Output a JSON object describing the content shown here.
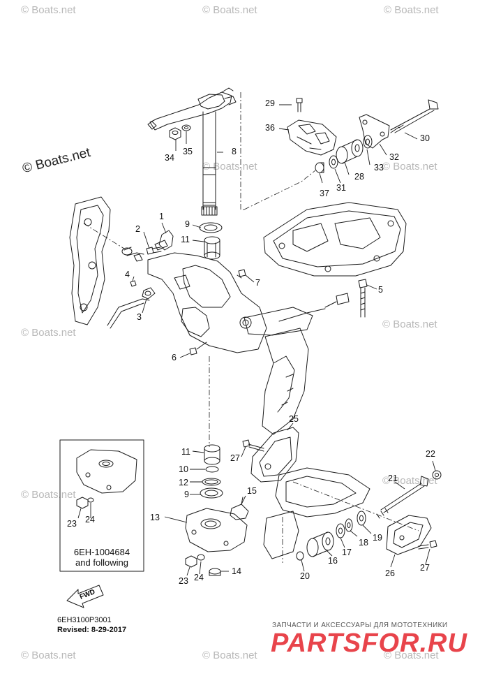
{
  "watermark": {
    "text": "© Boats.net",
    "prominent": "© Boats.net"
  },
  "part_numbers": [
    "1",
    "2",
    "3",
    "4",
    "5",
    "6",
    "7",
    "8",
    "9",
    "10",
    "11",
    "12",
    "13",
    "14",
    "15",
    "16",
    "17",
    "18",
    "19",
    "20",
    "21",
    "22",
    "23",
    "24",
    "25",
    "26",
    "27",
    "28",
    "29",
    "30",
    "31",
    "32",
    "33",
    "34",
    "35",
    "36",
    "37"
  ],
  "labels": {
    "n1": "1",
    "n2": "2",
    "n3": "3",
    "n4": "4",
    "n5": "5",
    "n6": "6",
    "n7": "7",
    "n8": "8",
    "n9a": "9",
    "n9b": "9",
    "n10": "10",
    "n11a": "11",
    "n11b": "11",
    "n12": "12",
    "n13": "13",
    "n14": "14",
    "n15": "15",
    "n16": "16",
    "n17": "17",
    "n18": "18",
    "n19": "19",
    "n20": "20",
    "n21": "21",
    "n22": "22",
    "n23a": "23",
    "n23b": "23",
    "n24a": "24",
    "n24b": "24",
    "n25": "25",
    "n26": "26",
    "n27a": "27",
    "n27b": "27",
    "n28": "28",
    "n29": "29",
    "n30": "30",
    "n31": "31",
    "n32": "32",
    "n33": "33",
    "n34": "34",
    "n35": "35",
    "n36": "36",
    "n37": "37"
  },
  "inset": {
    "line1": "6EH-1004684",
    "line2": "and following"
  },
  "fwd_label": "FWD",
  "diagram_code": "6EH3100P3001",
  "revised": "Revised: 8-29-2017",
  "shop_text": "ЗАПЧАСТИ И АКСЕССУАРЫ ДЛЯ МОТОТЕХНИКИ",
  "shop_brand": "PARTSFOR.RU",
  "colors": {
    "ink": "#1a1a1a",
    "watermark": "#b8b8b8",
    "brand": "#e8444b"
  }
}
